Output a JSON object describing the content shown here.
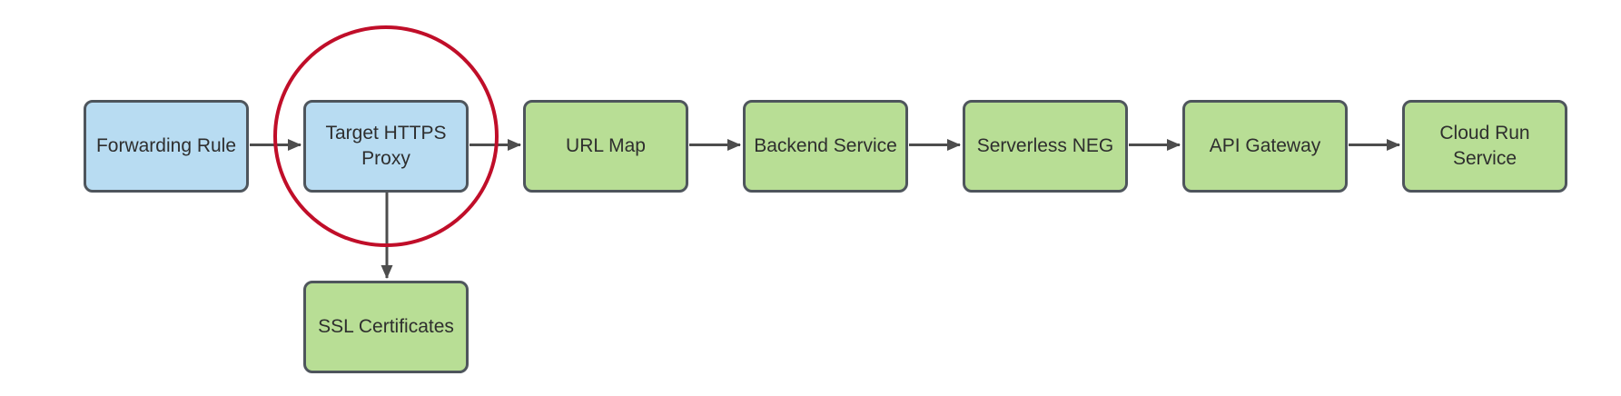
{
  "palette": {
    "background": "#ffffff",
    "node_blue_fill": "#b8dcf2",
    "node_green_fill": "#b8de95",
    "node_border": "#4e555c",
    "arrow_color": "#4d4d4d",
    "text_color": "#2e2e2e",
    "highlight_circle_color": "#c00e29"
  },
  "diagram": {
    "type": "flowchart",
    "nodes": [
      {
        "id": "forwarding-rule",
        "label": "Forwarding Rule",
        "fill": "node_blue",
        "highlighted": false
      },
      {
        "id": "target-https-proxy",
        "label": "Target HTTPS Proxy",
        "fill": "node_blue",
        "highlighted": true
      },
      {
        "id": "url-map",
        "label": "URL Map",
        "fill": "node_green",
        "highlighted": false
      },
      {
        "id": "backend-service",
        "label": "Backend Service",
        "fill": "node_green",
        "highlighted": false
      },
      {
        "id": "serverless-neg",
        "label": "Serverless NEG",
        "fill": "node_green",
        "highlighted": false
      },
      {
        "id": "api-gateway",
        "label": "API Gateway",
        "fill": "node_green",
        "highlighted": false
      },
      {
        "id": "cloud-run-service",
        "label": "Cloud Run Service",
        "fill": "node_green",
        "highlighted": false
      },
      {
        "id": "ssl-certificates",
        "label": "SSL Certificates",
        "fill": "node_green",
        "highlighted": false
      }
    ],
    "edges": [
      {
        "from": "forwarding-rule",
        "to": "target-https-proxy",
        "direction": "right"
      },
      {
        "from": "target-https-proxy",
        "to": "url-map",
        "direction": "right"
      },
      {
        "from": "url-map",
        "to": "backend-service",
        "direction": "right"
      },
      {
        "from": "backend-service",
        "to": "serverless-neg",
        "direction": "right"
      },
      {
        "from": "serverless-neg",
        "to": "api-gateway",
        "direction": "right"
      },
      {
        "from": "api-gateway",
        "to": "cloud-run-service",
        "direction": "right"
      },
      {
        "from": "target-https-proxy",
        "to": "ssl-certificates",
        "direction": "down"
      }
    ],
    "annotation": {
      "shape": "circle",
      "around": "target-https-proxy",
      "color": "#c00e29"
    }
  }
}
